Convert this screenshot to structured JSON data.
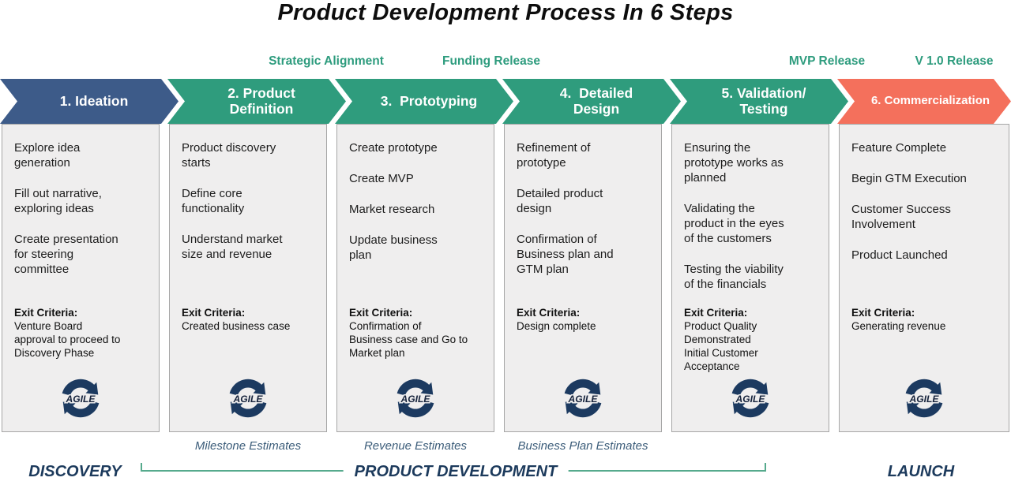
{
  "title": "Product Development Process In 6 Steps",
  "colors": {
    "step_blue": "#3d5b89",
    "step_teal": "#2f9c7d",
    "step_coral": "#f4705c",
    "milestone_teal": "#2e9c7e",
    "phase_navy": "#1c3a5c",
    "bracket_teal": "#56aa8d",
    "agile_navy": "#1c3a60",
    "card_gray": "#efeeee"
  },
  "milestones": [
    {
      "label": "Strategic Alignment"
    },
    {
      "label": "Funding Release"
    },
    {
      "label": "MVP Release"
    },
    {
      "label": "V 1.0 Release"
    }
  ],
  "steps": [
    {
      "header": "1. Ideation",
      "color": "#3d5b89",
      "items": [
        "Explore idea\ngeneration",
        "Fill out narrative,\nexploring ideas",
        "Create presentation\nfor steering\ncommittee"
      ],
      "exit_label": "Exit Criteria:",
      "exit_text": "Venture Board\napproval to proceed to\nDiscovery Phase",
      "agile_label": "AGILE",
      "sub_label": ""
    },
    {
      "header": "2. Product\nDefinition",
      "color": "#2f9c7d",
      "items": [
        "Product discovery\nstarts",
        "Define core\nfunctionality",
        "Understand market\nsize and revenue"
      ],
      "exit_label": "Exit Criteria:",
      "exit_text": "Created business case",
      "agile_label": "AGILE",
      "sub_label": "Milestone Estimates"
    },
    {
      "header": "3.  Prototyping",
      "color": "#2f9c7d",
      "items": [
        "Create prototype",
        "Create MVP",
        "Market research",
        "Update business\nplan"
      ],
      "exit_label": "Exit Criteria:",
      "exit_text": "Confirmation of\nBusiness case and Go to\nMarket plan",
      "agile_label": "AGILE",
      "sub_label": "Revenue Estimates"
    },
    {
      "header": "4.  Detailed\nDesign",
      "color": "#2f9c7d",
      "items": [
        "Refinement of\nprototype",
        "Detailed product\ndesign",
        "Confirmation of\nBusiness plan and\nGTM plan"
      ],
      "exit_label": "Exit Criteria:",
      "exit_text": "Design complete",
      "agile_label": "AGILE",
      "sub_label": "Business Plan Estimates"
    },
    {
      "header": "5. Validation/\nTesting",
      "color": "#2f9c7d",
      "items": [
        "Ensuring the\nprototype works as\nplanned",
        "Validating the\nproduct in the eyes\nof the customers",
        "Testing the viability\nof the financials"
      ],
      "exit_label": "Exit Criteria:",
      "exit_text": "Product Quality\nDemonstrated\nInitial Customer\nAcceptance",
      "agile_label": "AGILE",
      "sub_label": ""
    },
    {
      "header": "6. Commercialization",
      "color": "#f4705c",
      "items": [
        "Feature Complete",
        "Begin GTM Execution",
        "Customer Success\nInvolvement",
        "Product Launched"
      ],
      "exit_label": "Exit Criteria:",
      "exit_text": "Generating revenue",
      "agile_label": "AGILE",
      "sub_label": ""
    }
  ],
  "phases": {
    "discovery": "DISCOVERY",
    "product_development": "PRODUCT DEVELOPMENT",
    "launch": "LAUNCH"
  }
}
